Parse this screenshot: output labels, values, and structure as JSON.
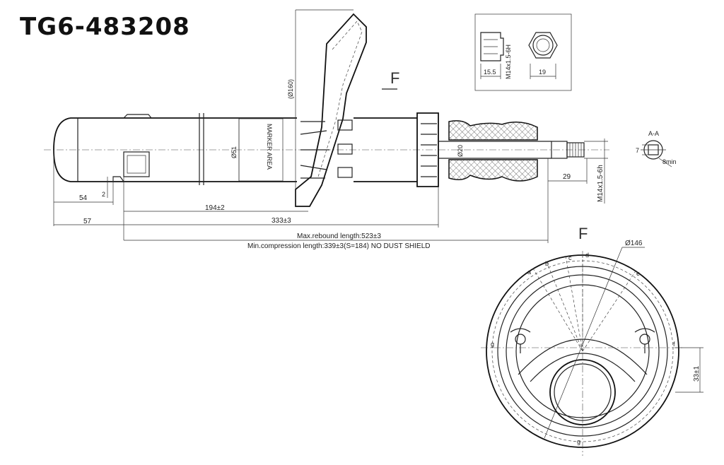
{
  "title": "TG6-483208",
  "shock": {
    "marker_area": "MARKER AREA",
    "dia_51": "Ø51",
    "dia_160": "(Ø160)",
    "dia_20": "Ø20",
    "dim_54": "54",
    "dim_2": "2",
    "dim_57": "57",
    "dim_194": "194±2",
    "dim_333": "333±3",
    "dim_29": "29",
    "thread_rod": "M14x1.5-6h",
    "max_rebound": "Max.rebound length:523±3",
    "min_compression": "Min.compression length:339±3(S=184) NO DUST SHIELD"
  },
  "nut_detail": {
    "thread": "M14x1.5-6H",
    "dim_height": "15.5",
    "dim_width": "19"
  },
  "section_aa": {
    "label": "A-A",
    "dim_7": "7",
    "dim_8min": "8min"
  },
  "view_f": {
    "label": "F",
    "label_top": "F",
    "dia_146": "Ø146",
    "dim_33": "33±1",
    "points": [
      "a",
      "b",
      "c",
      "d",
      "e",
      "f",
      "g",
      "g"
    ]
  }
}
